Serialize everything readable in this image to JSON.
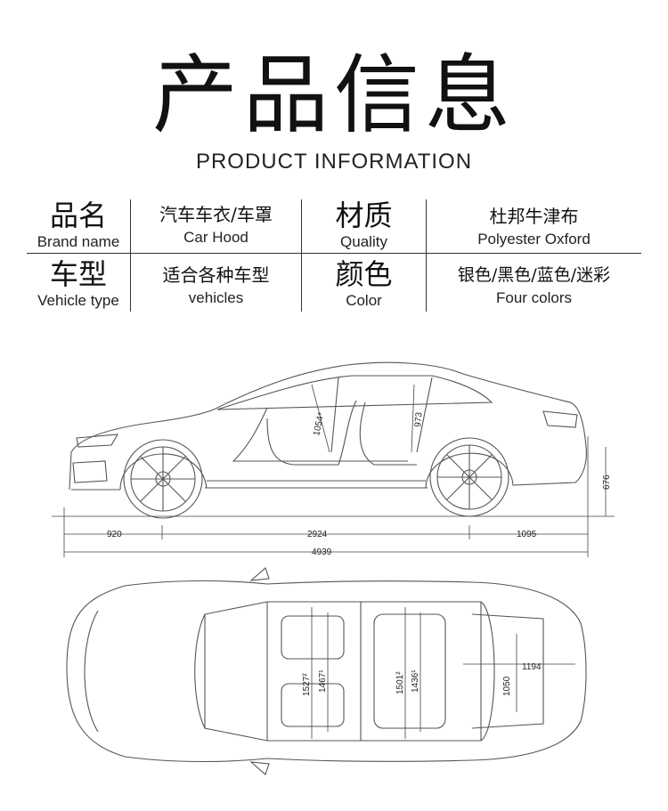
{
  "header": {
    "title_zh": "产品信息",
    "title_en": "PRODUCT INFORMATION"
  },
  "specs": {
    "brand": {
      "label_zh": "品名",
      "label_en": "Brand name",
      "value_zh": "汽车车衣/车罩",
      "value_en": "Car Hood"
    },
    "material": {
      "label_zh": "材质",
      "label_en": "Quality",
      "value_zh": "杜邦牛津布",
      "value_en": "Polyester Oxford"
    },
    "vehicle": {
      "label_zh": "车型",
      "label_en": "Vehicle type",
      "value_zh": "适合各种车型",
      "value_en": "vehicles"
    },
    "color": {
      "label_zh": "颜色",
      "label_en": "Color",
      "value_zh": "银色/黑色/蓝色/迷彩",
      "value_en": "Four colors"
    }
  },
  "dimensions": {
    "front_overhang": "920",
    "wheelbase": "2924",
    "rear_overhang": "1095",
    "length": "4939",
    "height_side": "676",
    "front_headroom": "1054⁴",
    "rear_headroom": "973",
    "front_width_1": "1527²",
    "front_width_2": "1467¹",
    "rear_width_1": "1501²",
    "rear_width_2": "1436¹",
    "trunk_length": "1194",
    "trunk_width": "1050"
  }
}
